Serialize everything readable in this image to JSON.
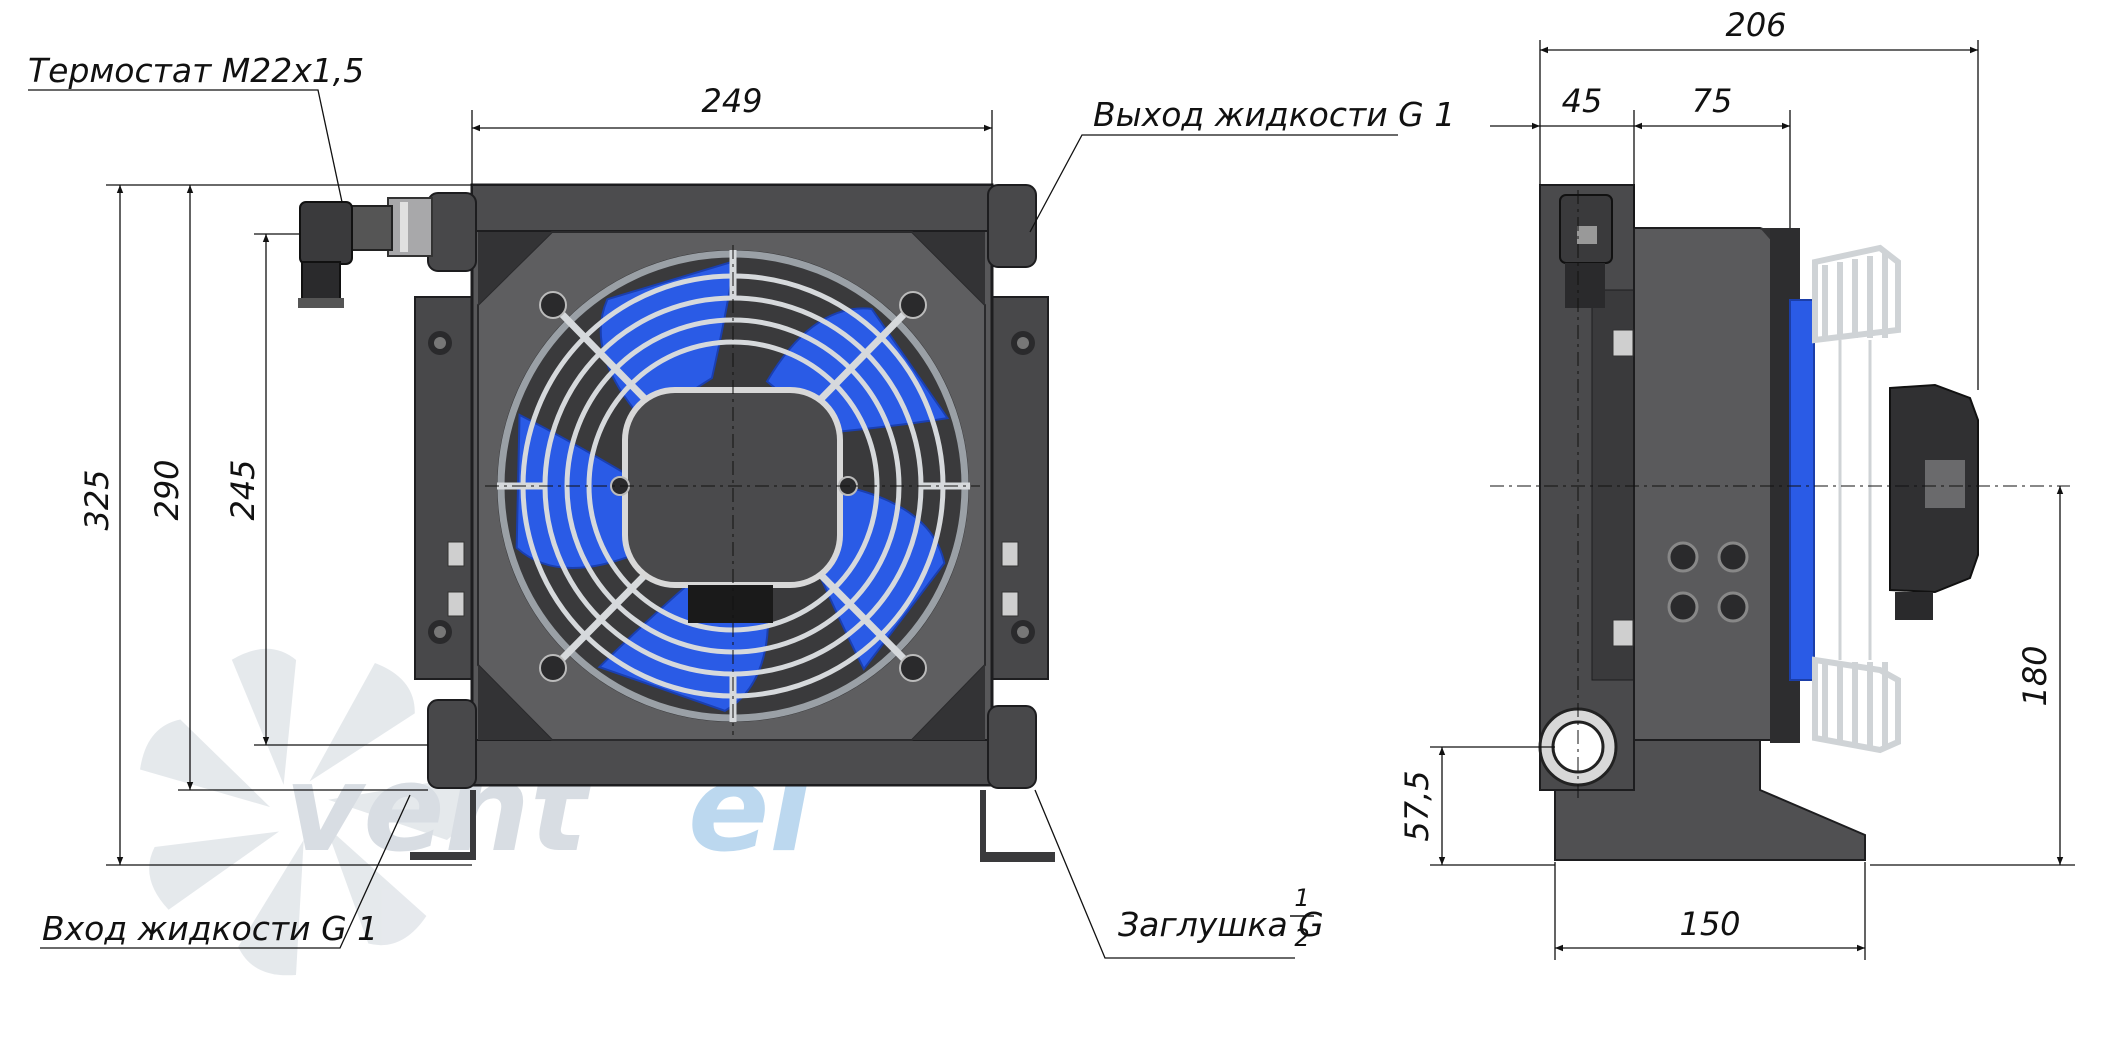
{
  "watermark": {
    "text_main": "vent",
    "text_accent": "el",
    "main_color": "#cfd6dc",
    "accent_color": "#a9cdea"
  },
  "colors": {
    "body": "#58585a",
    "body_dark": "#2e2e30",
    "body_light": "#6a6a6c",
    "fan_blue": "#2a5be6",
    "line": "#111111"
  },
  "front_view": {
    "dimensions": {
      "width_top": "249",
      "height_total": "325",
      "height_mid": "290",
      "height_inner": "245"
    },
    "callouts": {
      "thermostat": "Термостат М22х1,5",
      "outlet": "Выход жидкости G 1",
      "inlet": "Вход жидкости G 1",
      "plug_prefix": "Заглушка G",
      "plug_num": "1",
      "plug_den": "2"
    }
  },
  "side_view": {
    "dimensions": {
      "depth_total": "206",
      "depth_a": "45",
      "depth_b": "75",
      "base_width": "150",
      "center_height": "180",
      "port_height": "57,5"
    }
  }
}
